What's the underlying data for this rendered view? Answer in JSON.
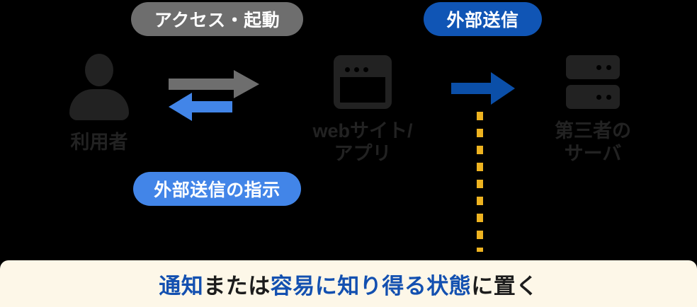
{
  "diagram": {
    "background_color": "#000000",
    "icon_color": "#222222",
    "badges": {
      "access": {
        "label": "アクセス・起動",
        "color": "#6e6e6e"
      },
      "external_send": {
        "label": "外部送信",
        "color": "#1055b5"
      },
      "instruction": {
        "label": "外部送信の指示",
        "color": "#4285e8"
      }
    },
    "nodes": {
      "user": {
        "icon": "person-icon",
        "label": "利用者"
      },
      "website": {
        "icon": "browser-window-icon",
        "label_line1": "webサイト/",
        "label_line2": "アプリ"
      },
      "server": {
        "icon": "server-stack-icon",
        "label_line1": "第三者の",
        "label_line2": "サーバ"
      }
    },
    "arrows": {
      "access": {
        "direction": "right",
        "color": "#6e6e6e",
        "name": "access-arrow"
      },
      "response": {
        "direction": "left",
        "color": "#4285e8",
        "name": "response-arrow"
      },
      "external": {
        "direction": "right",
        "color": "#0b4fa8",
        "name": "external-send-arrow"
      }
    },
    "divider": {
      "style": "dashed",
      "color": "#eeb320",
      "orientation": "vertical"
    }
  },
  "caption": {
    "background_color": "#fdf7e8",
    "highlight_color": "#1350b0",
    "part1": "通知",
    "part2": "または",
    "part3": "容易に知り得る状態",
    "part4": "に置く"
  }
}
